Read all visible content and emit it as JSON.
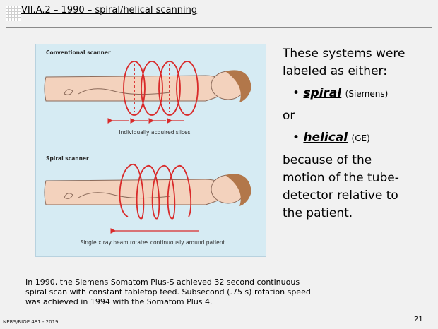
{
  "slide": {
    "title": "VII.A.2 – 1990 – spiral/helical scanning",
    "figure": {
      "top_label": "Conventional scanner",
      "top_caption": "Individually acquired slices",
      "bottom_label": "Spiral scanner",
      "bottom_caption": "Single x ray beam rotates continuously around patient"
    },
    "right_text": {
      "line1": "These systems were",
      "line2": "labeled as either:",
      "bullet1_term": "spiral",
      "bullet1_vendor": "(Siemens)",
      "or": "or",
      "bullet2_term": "helical",
      "bullet2_vendor": "(GE)",
      "line3": "because of the",
      "line4": "motion of the tube-",
      "line5": "detector relative to",
      "line6": "the patient."
    },
    "paragraph": {
      "line1": "In 1990, the Siemens Somatom Plus-S achieved 32 second continuous",
      "line2": "spiral scan with constant tabletop feed. Subsecond (.75 s) rotation speed",
      "line3": "was achieved in 1994 with the Somatom Plus 4."
    },
    "footer": "NERS/BIOE 481 - 2019",
    "page_number": "21"
  },
  "colors": {
    "background": "#f1f1f1",
    "figure_bg": "#d6ebf3",
    "ring": "#d92a2a",
    "body": "#f3d2bd",
    "hair": "#b2774a"
  }
}
